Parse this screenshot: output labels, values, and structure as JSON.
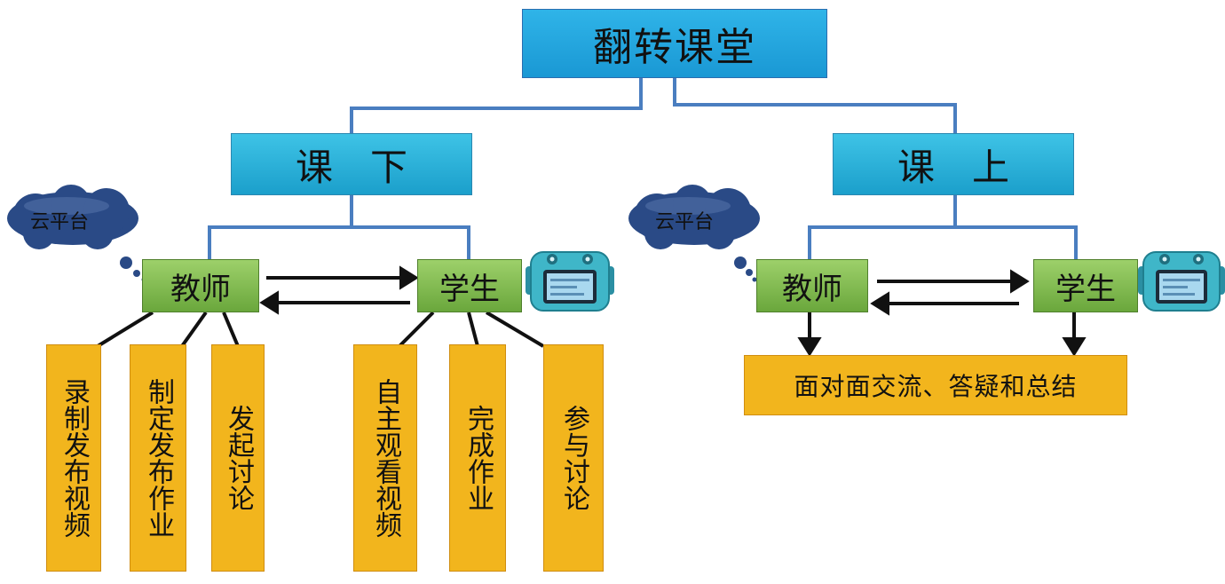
{
  "root": "翻转课堂",
  "sections": {
    "before_class": "课　下",
    "in_class": "课　上"
  },
  "left": {
    "cloud": "云平台",
    "teacher": "教师",
    "student": "学生",
    "teacher_tasks": [
      "录制发布视频",
      "制定发布作业",
      "发起讨论"
    ],
    "student_tasks": [
      "自主观看视频",
      "完成作业",
      "参与讨论"
    ]
  },
  "right": {
    "cloud": "云平台",
    "teacher": "教师",
    "student": "学生",
    "summary": "面对面交流、答疑和总结"
  },
  "colors": {
    "connector": "#4a7ec0",
    "root_fill": "#1fa6dd",
    "section_fill": "#29afd8",
    "role_fill": "#84bd52",
    "task_fill": "#f2b51d",
    "cloud_fill": "#2a4a86",
    "robot_body": "#3fb6c8"
  },
  "icons": [
    "cloud-icon",
    "robot-tablet-icon"
  ]
}
